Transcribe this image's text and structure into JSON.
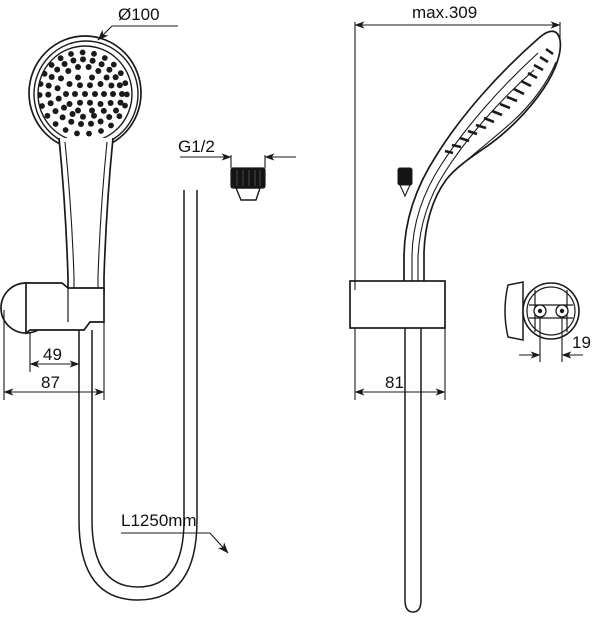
{
  "drawing": {
    "type": "technical-line-drawing",
    "subject": "Hand shower set with wall bracket and flexible hose",
    "line_color": "#1a1a1a",
    "fill_color": "#ffffff",
    "accent_dark": "#111111",
    "background": "#ffffff",
    "views": [
      {
        "name": "front-view",
        "label": "Front elevation of hand shower, wall bracket and hose"
      },
      {
        "name": "side-view",
        "label": "Side elevation of hand shower and wall bracket"
      },
      {
        "name": "bracket-detail-view",
        "label": "Wall bracket front detail"
      }
    ],
    "dimensions": {
      "spray_face_diameter": "Ø100",
      "thread_size": "G1/2",
      "bracket_offset": "49",
      "bracket_total": "87",
      "hose_length": "L1250mm",
      "max_length": "max.309",
      "bracket_depth": "81",
      "bracket_detail_width": "19"
    }
  }
}
